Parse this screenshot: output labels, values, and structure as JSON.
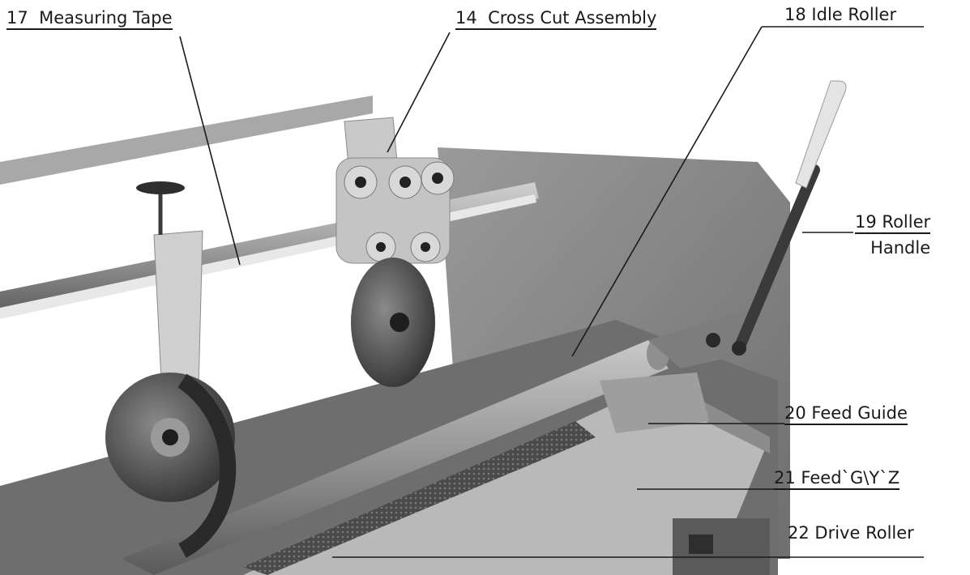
{
  "callouts": {
    "c17": {
      "number": "17",
      "text": "Measuring Tape"
    },
    "c14": {
      "number": "14",
      "text": "Cross Cut Assembly"
    },
    "c18": {
      "number": "18",
      "text": "Idle Roller"
    },
    "c19": {
      "number": "19",
      "text": "Roller",
      "text2": "Handle"
    },
    "c20": {
      "number": "20",
      "text": "Feed Guide"
    },
    "c21": {
      "number": "21",
      "text": "Feed`G\\Y`Z"
    },
    "c22": {
      "number": "22",
      "text": "Drive Roller"
    }
  },
  "colors": {
    "panel": "#8e8e8e",
    "steel": "#a9a9a9",
    "dark": "#3a3a3a",
    "blade": "#555555",
    "label": "#1a1a1a"
  }
}
